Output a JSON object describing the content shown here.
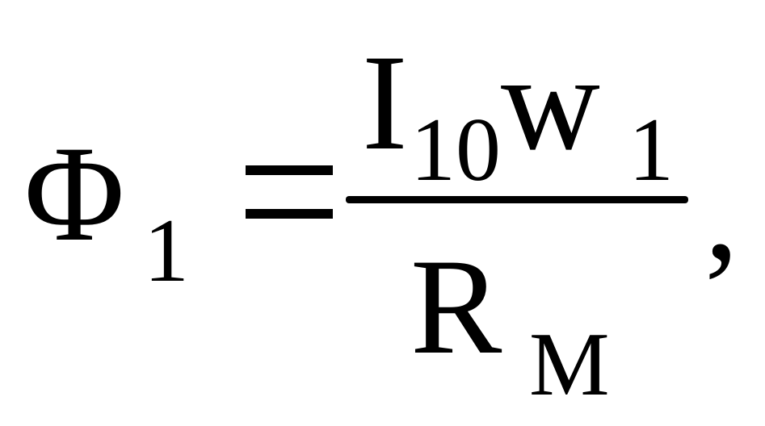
{
  "formula": {
    "lhs": {
      "symbol": "Φ",
      "subscript": "1"
    },
    "numerator": {
      "term1": {
        "symbol": "I",
        "subscript": "10"
      },
      "term2": {
        "symbol": "w",
        "subscript": "1"
      }
    },
    "denominator": {
      "symbol": "R",
      "subscript": "M"
    },
    "trailing": ","
  }
}
